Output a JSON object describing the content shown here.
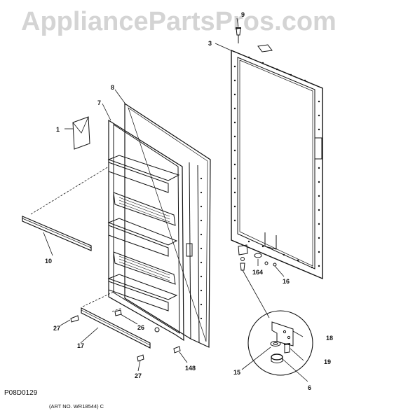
{
  "watermark": "AppliancePartsPros.com",
  "diagram_code": "P08D0129",
  "art_number": "(ART NO. WR18544) C",
  "callouts": {
    "c1": "1",
    "c3": "3",
    "c6": "6",
    "c7": "7",
    "c8": "8",
    "c9": "9",
    "c10": "10",
    "c15": "15",
    "c16": "16",
    "c17": "17",
    "c18": "18",
    "c19": "19",
    "c26": "26",
    "c27a": "27",
    "c27b": "27",
    "c148": "148",
    "c164": "164"
  }
}
